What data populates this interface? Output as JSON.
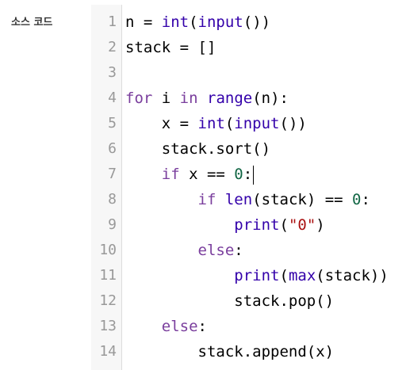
{
  "source_label": "소스 코드",
  "colors": {
    "keyword": "#7a3e9d",
    "builtin": "#3300aa",
    "number": "#116644",
    "string": "#aa1111",
    "plain": "#000000",
    "line_number": "#999999",
    "gutter_bg": "#f7f7f7"
  },
  "cursor_line": 7,
  "code": [
    {
      "num": "1",
      "tokens": [
        [
          "plain",
          "n = "
        ],
        [
          "builtin",
          "int"
        ],
        [
          "plain",
          "("
        ],
        [
          "builtin",
          "input"
        ],
        [
          "plain",
          "())"
        ]
      ]
    },
    {
      "num": "2",
      "tokens": [
        [
          "plain",
          "stack = []"
        ]
      ]
    },
    {
      "num": "3",
      "tokens": []
    },
    {
      "num": "4",
      "tokens": [
        [
          "keyword",
          "for"
        ],
        [
          "plain",
          " i "
        ],
        [
          "keyword",
          "in"
        ],
        [
          "plain",
          " "
        ],
        [
          "builtin",
          "range"
        ],
        [
          "plain",
          "(n):"
        ]
      ]
    },
    {
      "num": "5",
      "tokens": [
        [
          "plain",
          "    x = "
        ],
        [
          "builtin",
          "int"
        ],
        [
          "plain",
          "("
        ],
        [
          "builtin",
          "input"
        ],
        [
          "plain",
          "())"
        ]
      ]
    },
    {
      "num": "6",
      "tokens": [
        [
          "plain",
          "    stack.sort()"
        ]
      ]
    },
    {
      "num": "7",
      "tokens": [
        [
          "plain",
          "    "
        ],
        [
          "keyword",
          "if"
        ],
        [
          "plain",
          " x == "
        ],
        [
          "number",
          "0"
        ],
        [
          "plain",
          ":"
        ]
      ]
    },
    {
      "num": "8",
      "tokens": [
        [
          "plain",
          "        "
        ],
        [
          "keyword",
          "if"
        ],
        [
          "plain",
          " "
        ],
        [
          "builtin",
          "len"
        ],
        [
          "plain",
          "(stack) == "
        ],
        [
          "number",
          "0"
        ],
        [
          "plain",
          ":"
        ]
      ]
    },
    {
      "num": "9",
      "tokens": [
        [
          "plain",
          "            "
        ],
        [
          "builtin",
          "print"
        ],
        [
          "plain",
          "("
        ],
        [
          "string",
          "\"0\""
        ],
        [
          "plain",
          ")"
        ]
      ]
    },
    {
      "num": "10",
      "tokens": [
        [
          "plain",
          "        "
        ],
        [
          "keyword",
          "else"
        ],
        [
          "plain",
          ":"
        ]
      ]
    },
    {
      "num": "11",
      "tokens": [
        [
          "plain",
          "            "
        ],
        [
          "builtin",
          "print"
        ],
        [
          "plain",
          "("
        ],
        [
          "builtin",
          "max"
        ],
        [
          "plain",
          "(stack))"
        ]
      ]
    },
    {
      "num": "12",
      "tokens": [
        [
          "plain",
          "            stack.pop()"
        ]
      ]
    },
    {
      "num": "13",
      "tokens": [
        [
          "plain",
          "    "
        ],
        [
          "keyword",
          "else"
        ],
        [
          "plain",
          ":"
        ]
      ]
    },
    {
      "num": "14",
      "tokens": [
        [
          "plain",
          "        stack.append(x)"
        ]
      ]
    }
  ]
}
